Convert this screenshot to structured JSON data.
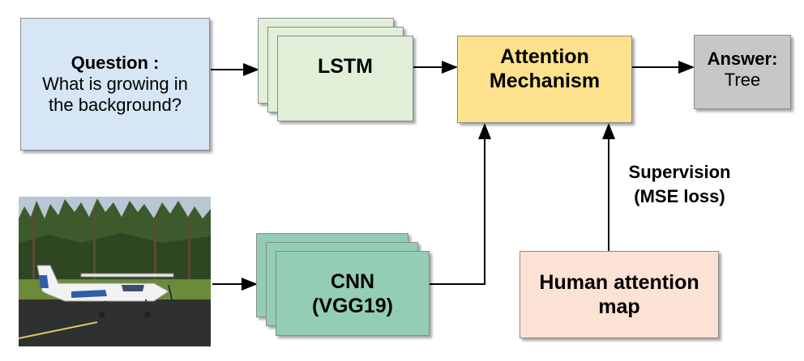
{
  "question": {
    "heading": "Question :",
    "line1": "What is growing in",
    "line2": "the background?"
  },
  "lstm": {
    "label": "LSTM"
  },
  "cnn": {
    "label_line1": "CNN",
    "label_line2": "(VGG19)"
  },
  "attention": {
    "line1": "Attention",
    "line2": "Mechanism"
  },
  "answer": {
    "heading": "Answer:",
    "value": "Tree"
  },
  "supervision": {
    "line1": "Supervision",
    "line2": "(MSE loss)"
  },
  "human_map": {
    "line1": "Human attention",
    "line2": "map"
  },
  "colors": {
    "question": "#d6e6f4",
    "lstm": "#e1efd9",
    "cnn": "#93cdb6",
    "attention": "#fde18c",
    "answer": "#c7c7c7",
    "human_map": "#fbe2d4"
  }
}
